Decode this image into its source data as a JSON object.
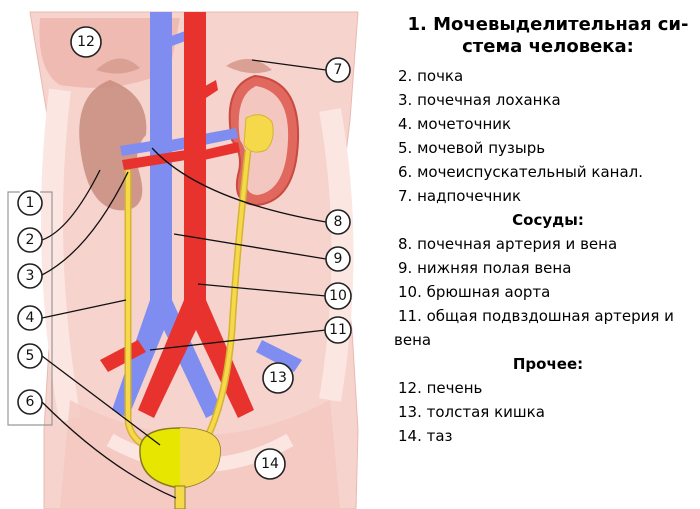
{
  "legend": {
    "title_line1": "1. Мочевыделительная си-",
    "title_line2": "стема человека:",
    "items_main": [
      "2. почка",
      "3. почечная лоханка",
      "4. мочеточник",
      "5. мочевой пузырь",
      "6. мочеиспускательный канал.",
      "7. надпочечник"
    ],
    "heading_vessels": "Сосуды:",
    "items_vessels": [
      "8. почечная артерия и вена",
      "9. нижняя полая вена",
      "10. брюшная аорта",
      "11. общая подвздошная артерия и",
      "вена"
    ],
    "heading_other": "Прочее:",
    "items_other": [
      "12. печень",
      "13. толстая кишка",
      "14. таз"
    ]
  },
  "callouts": {
    "c1": "1",
    "c2": "2",
    "c3": "3",
    "c4": "4",
    "c5": "5",
    "c6": "6",
    "c7": "7",
    "c8": "8",
    "c9": "9",
    "c10": "10",
    "c11": "11",
    "c12": "12",
    "c13": "13",
    "c14": "14"
  },
  "colors": {
    "body": "#f7d3cd",
    "liver": "#edb5ad",
    "kidney": "#c78c7e",
    "artery": "#e8322e",
    "vein": "#7f8df0",
    "ureter": "#f5d94a",
    "bladder": "#e6e600"
  }
}
